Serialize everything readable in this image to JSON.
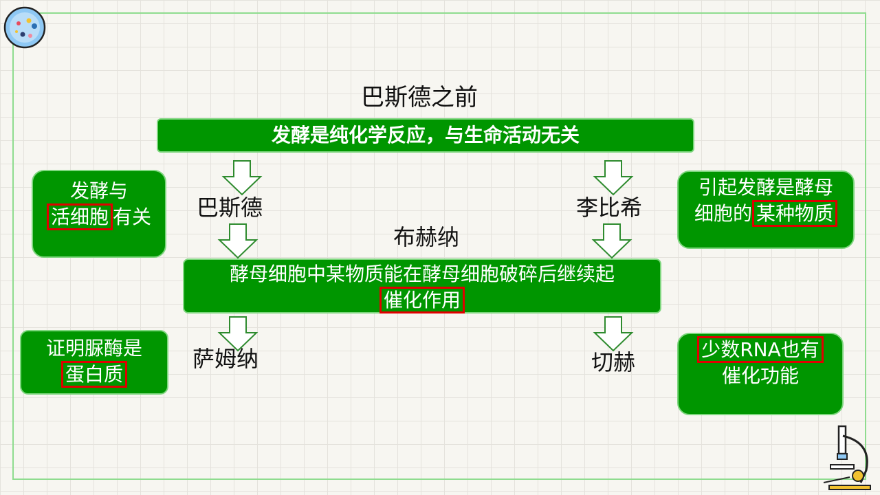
{
  "title": "巴斯德之前",
  "top_bar": "发酵是纯化学反应，与生命活动无关",
  "names": {
    "pasteur": "巴斯德",
    "liebig": "李比希",
    "buchner": "布赫纳",
    "sumner": "萨姆纳",
    "cech": "切赫"
  },
  "middle_bar": {
    "line1": "酵母细胞中某物质能在酵母细胞破碎后继续起",
    "highlight": "催化作用"
  },
  "side_boxes": {
    "left_top": {
      "line1": "发酵与",
      "highlight": "活细胞",
      "tail": "有关"
    },
    "right_top": {
      "line1": "引起发酵是酵母",
      "lead": "细胞的",
      "highlight": "某种物质"
    },
    "left_bottom": {
      "line1": "证明脲酶是",
      "highlight": "蛋白质"
    },
    "right_bottom": {
      "highlight": "少数RNA也有",
      "line2": "催化功能"
    }
  },
  "colors": {
    "box_fill": "#009600",
    "box_border": "#7ed67e",
    "highlight_border": "#e00000",
    "frame": "#8fdc8f"
  },
  "icons": [
    "petri-dish-icon",
    "microscope-icon",
    "down-arrow-icon"
  ]
}
